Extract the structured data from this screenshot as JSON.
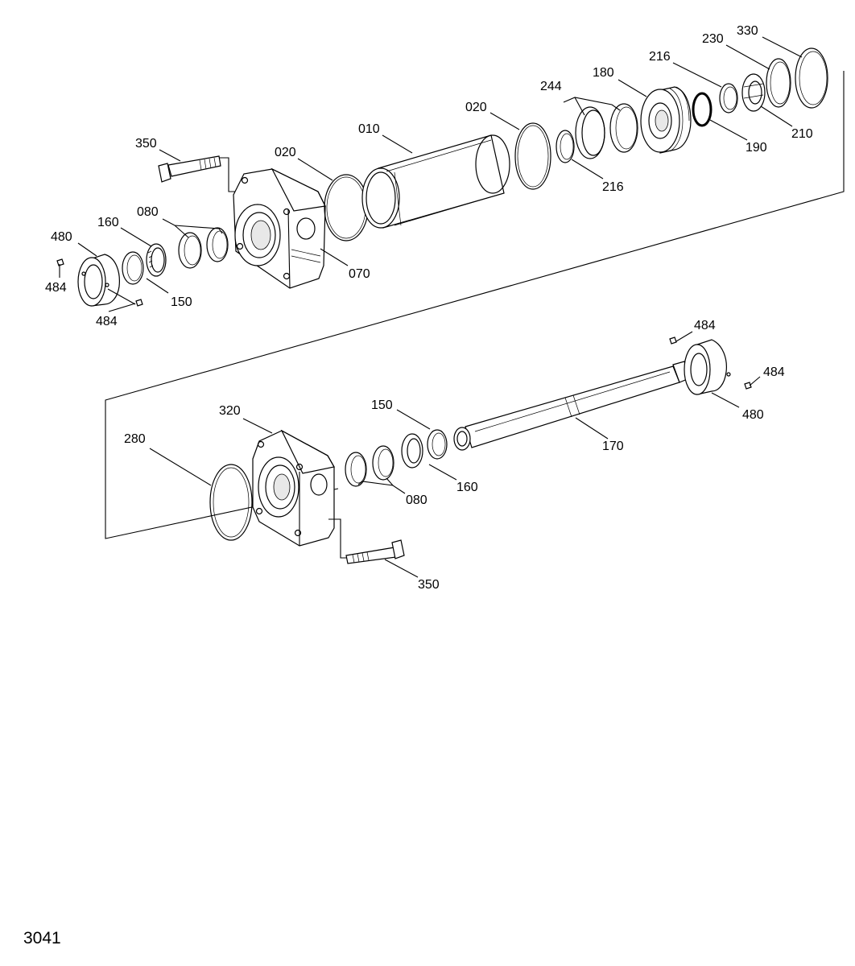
{
  "figure_number": "3041",
  "callouts": {
    "c350a": "350",
    "c020a": "020",
    "c010": "010",
    "c020b": "020",
    "c244": "244",
    "c180": "180",
    "c216a": "216",
    "c230": "230",
    "c330": "330",
    "c210": "210",
    "c190": "190",
    "c216b": "216",
    "c070": "070",
    "c080a": "080",
    "c160a": "160",
    "c480a": "480",
    "c484a": "484",
    "c484b": "484",
    "c150a": "150",
    "c484c": "484",
    "c484d": "484",
    "c480b": "480",
    "c170": "170",
    "c150b": "150",
    "c320": "320",
    "c280": "280",
    "c160b": "160",
    "c080b": "080",
    "c350b": "350"
  }
}
